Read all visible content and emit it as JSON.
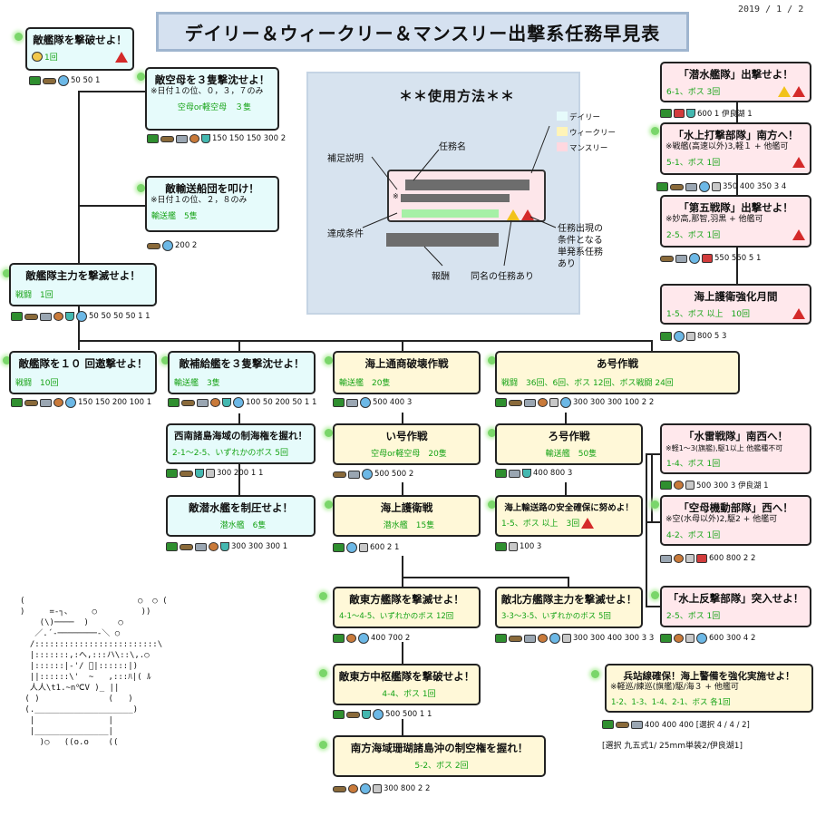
{
  "title": "デイリー＆ウィークリー＆マンスリー出撃系任務早見表",
  "date": "2019 / 1 / 2",
  "howto": {
    "title": "＊＊使用方法＊＊",
    "legend": [
      {
        "label": "デイリー",
        "color": "#e6fbfb"
      },
      {
        "label": "ウィークリー",
        "color": "#fff8d8"
      },
      {
        "label": "マンスリー",
        "color": "#ffe8ec"
      }
    ],
    "labels": {
      "note": "補足説明",
      "name": "任務名",
      "cond": "達成条件",
      "reward": "報酬",
      "same": "同名の任務あり",
      "single": "任務出現の\n条件となる\n単発系任務\nあり"
    },
    "sample_mark": "※"
  },
  "missions": [
    {
      "id": "m1",
      "name": "敵艦隊を撃破せよ！",
      "cond": "1回",
      "type": "daily",
      "rewards": "50 50 1"
    },
    {
      "id": "m2",
      "name": "敵空母を３隻撃沈せよ！",
      "note": "※日付１の位、０，３，７のみ",
      "cond": "空母or軽空母　３隻",
      "type": "daily",
      "rewards": "150 150 150 300 2"
    },
    {
      "id": "m3",
      "name": "敵輸送船団を叩け！",
      "note": "※日付１の位、２，８のみ",
      "cond": "輸送艦　5隻",
      "type": "daily",
      "rewards": "200 2"
    },
    {
      "id": "m4",
      "name": "敵艦隊主力を撃滅せよ！",
      "cond": "戦闘　1回",
      "type": "daily",
      "rewards": "50 50 50 50 1 1"
    },
    {
      "id": "m5",
      "name": "敵艦隊を１０ 回邀撃せよ！",
      "cond": "戦闘　10回",
      "type": "daily",
      "rewards": "150 150 200 100 1"
    },
    {
      "id": "m6",
      "name": "敵補給艦を３隻撃沈せよ！",
      "cond": "輸送艦　3隻",
      "type": "daily",
      "rewards": "100 50 200 50 1 1"
    },
    {
      "id": "m7",
      "name": "海上通商破壊作戦",
      "cond": "輸送艦　20隻",
      "type": "weekly",
      "rewards": "500 400 3"
    },
    {
      "id": "m8",
      "name": "あ号作戦",
      "cond": "戦闘　36回、6回、ボス 12回、ボス戦闘 24回",
      "type": "weekly",
      "rewards": "300 300 300 100 2 2"
    },
    {
      "id": "m9",
      "name": "西南諸島海域の制海権を握れ！",
      "cond": "2-1～2-5、いずれかのボス 5回",
      "type": "daily",
      "rewards": "300 200 1 1"
    },
    {
      "id": "m10",
      "name": "い号作戦",
      "cond": "空母or軽空母　20隻",
      "type": "weekly",
      "rewards": "500 500 2"
    },
    {
      "id": "m11",
      "name": "ろ号作戦",
      "cond": "輸送艦　50隻",
      "type": "weekly",
      "rewards": "400 800 3"
    },
    {
      "id": "m12",
      "name": "敵潜水艦を制圧せよ！",
      "cond": "潜水艦　6隻",
      "type": "daily",
      "rewards": "300 300 300 1"
    },
    {
      "id": "m13",
      "name": "海上護衛戦",
      "cond": "潜水艦　15隻",
      "type": "weekly",
      "rewards": "600 2 1"
    },
    {
      "id": "m14",
      "name": "海上輸送路の安全確保に努めよ！",
      "cond": "1-5、ボス 以上　3回",
      "type": "weekly",
      "rewards": "100 3"
    },
    {
      "id": "m15",
      "name": "敵東方艦隊を撃滅せよ！",
      "cond": "4-1～4-5、いずれかのボス 12回",
      "type": "weekly",
      "rewards": "400 700 2"
    },
    {
      "id": "m16",
      "name": "敵北方艦隊主力を撃滅せよ！",
      "cond": "3-3～3-5、いずれかのボス 5回",
      "type": "weekly",
      "rewards": "300 300 400 300 3 3"
    },
    {
      "id": "m17",
      "name": "敵東方中枢艦隊を撃破せよ！",
      "cond": "4-4、ボス 1回",
      "type": "weekly",
      "rewards": "500 500 1 1"
    },
    {
      "id": "m18",
      "name": "南方海域珊瑚諸島沖の制空権を握れ！",
      "cond": "5-2、ボス 2回",
      "type": "weekly",
      "rewards": "300 800 2 2"
    },
    {
      "id": "m19",
      "name": "「潜水艦隊」出撃せよ！",
      "cond": "6-1、ボス 3回",
      "type": "monthly",
      "rewards": "600 1 伊良湖 1"
    },
    {
      "id": "m20",
      "name": "「水上打撃部隊」南方へ！",
      "note": "※戦艦(高速以外)3,軽１ + 他艦可",
      "cond": "5-1、ボス 1回",
      "type": "monthly",
      "rewards": "350 400 350 3 4"
    },
    {
      "id": "m21",
      "name": "「第五戦隊」出撃せよ！",
      "note": "※妙高,那智,羽黒 + 他艦可",
      "cond": "2-5、ボス 1回",
      "type": "monthly",
      "rewards": "550 550 5 1"
    },
    {
      "id": "m22",
      "name": "海上護衛強化月間",
      "cond": "1-5、ボス 以上　10回",
      "type": "monthly",
      "rewards": "800 5 3"
    },
    {
      "id": "m23",
      "name": "「水雷戦隊」南西へ！",
      "note": "※軽1～3(旗艦),駆1以上 他艦種不可",
      "cond": "1-4、ボス 1回",
      "type": "monthly",
      "rewards": "500 300 3 伊良湖 1"
    },
    {
      "id": "m24",
      "name": "「空母機動部隊」西へ！",
      "note": "※空(水母以外)2,駆2 + 他艦可",
      "cond": "4-2、ボス 1回",
      "type": "monthly",
      "rewards": "600 800 2 2"
    },
    {
      "id": "m25",
      "name": "「水上反撃部隊」突入せよ！",
      "cond": "2-5、ボス 1回",
      "type": "monthly",
      "rewards": "600 300 4 2"
    },
    {
      "id": "m26",
      "name": "兵站線確保！海上警備を強化実施せよ！",
      "note": "※軽巡/練巡(旗艦)駆/海３ + 他艦可",
      "cond": "1-2、1-3、1-4、2-1、ボス 各1回",
      "type": "weekly",
      "rewards": "400 400 400 [選択 4 / 4 / 2]"
    }
  ],
  "extra_reward": "[選択 九五式1/ 25mm単装2/伊良湖1]"
}
